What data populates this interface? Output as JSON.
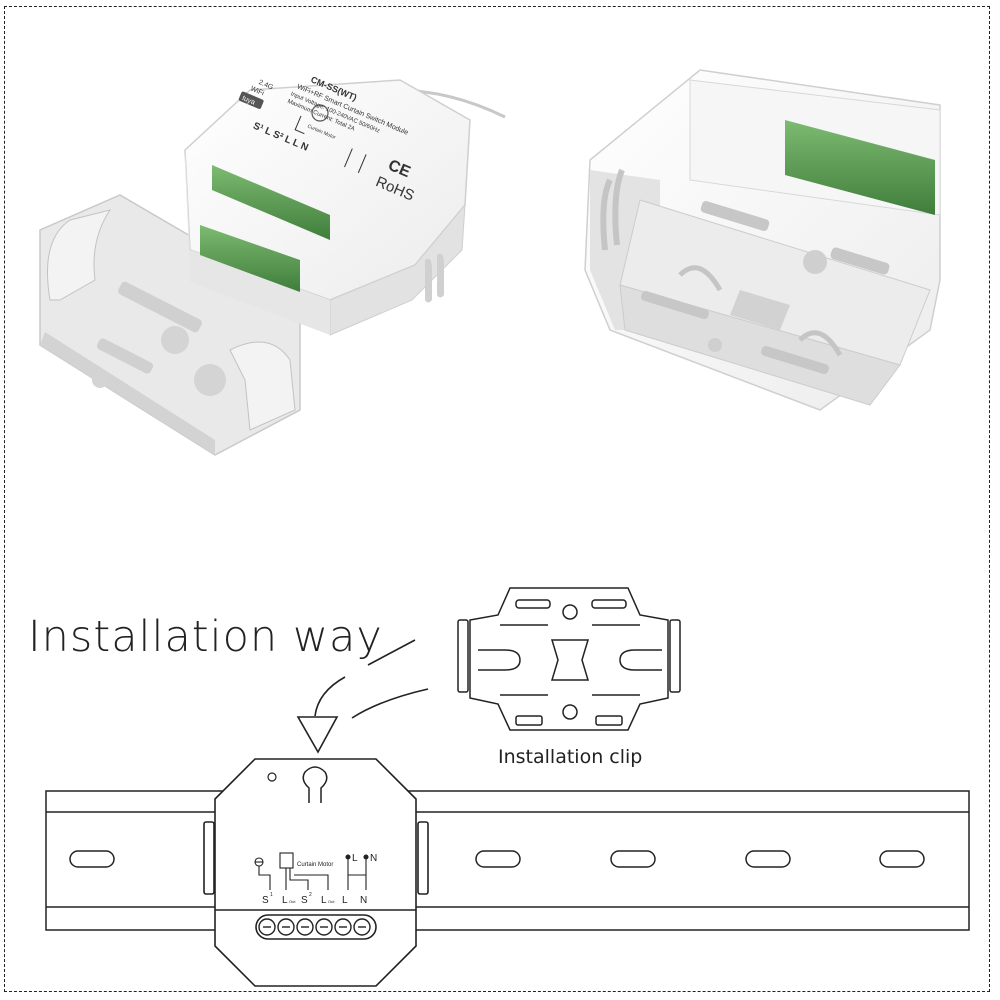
{
  "figure": {
    "heading": "Installation way",
    "clip_caption": "Installation clip"
  },
  "product_label": {
    "model": "CM-SS(WT)",
    "product_name": "WiFi+RF Smart Curtain Switch Module",
    "input_voltage": "Input Voltage: 100-240VAC 50/60Hz",
    "max_current": "Maximum Current: Total 2A",
    "band": "2.4G",
    "wifi": "WiFi",
    "brand": "tuya",
    "motor_label": "Curtain Motor",
    "cert_ce": "CE",
    "cert_rohs": "RoHS",
    "terminals": [
      "S",
      "L",
      "S",
      "L",
      "L",
      "N"
    ],
    "terminal_sup": [
      "1",
      "Out",
      "2",
      "Out",
      "",
      ""
    ],
    "line_mark": "L",
    "neutral_mark": "N"
  },
  "colors": {
    "line": "#222222",
    "housing": "#f4f4f4",
    "housing_shade": "#dcdcdc",
    "terminal_green": "#5fa25a"
  }
}
